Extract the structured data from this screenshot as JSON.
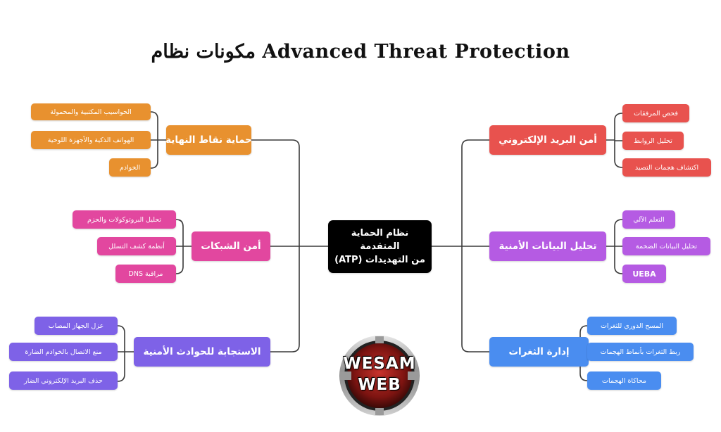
{
  "title": "مكونات نظام Advanced Threat Protection",
  "center": {
    "line1": "نظام الحماية المتقدمة",
    "line2": "من التهديدات (ATP)"
  },
  "left_branches": [
    {
      "label": "حماية نقاط النهاية",
      "color": "#e8912f",
      "items": [
        "الحواسيب المكتبية والمحمولة",
        "الهواتف الذكية والأجهزة اللوحية",
        "الخوادم"
      ]
    },
    {
      "label": "أمن الشبكات",
      "color": "#e2479f",
      "items": [
        "تحليل البروتوكولات والحزم",
        "أنظمة كشف التسلل",
        "مراقبة DNS"
      ]
    },
    {
      "label": "الاستجابة للحوادث الأمنية",
      "color": "#7e62e7",
      "items": [
        "عزل الجهاز المصاب",
        "منع الاتصال بالخوادم الضارة",
        "حذف البريد الإلكتروني الضار"
      ]
    }
  ],
  "right_branches": [
    {
      "label": "أمن البريد الإلكتروني",
      "color": "#e8524e",
      "items": [
        "فحص المرفقات",
        "تحليل الروابط",
        "اكتشاف هجمات التصيد"
      ]
    },
    {
      "label": "تحليل البيانات الأمنية",
      "color": "#b55be3",
      "items": [
        "التعلم الآلي",
        "تحليل البيانات الضخمة",
        "UEBA"
      ]
    },
    {
      "label": "إدارة الثغرات",
      "color": "#4a8df0",
      "items": [
        "المسح الدوري للثغرات",
        "ربط الثغرات بأنماط الهجمات",
        "محاكاة الهجمات"
      ]
    }
  ],
  "logo": {
    "line1": "WESAM",
    "line2": "WEB"
  }
}
